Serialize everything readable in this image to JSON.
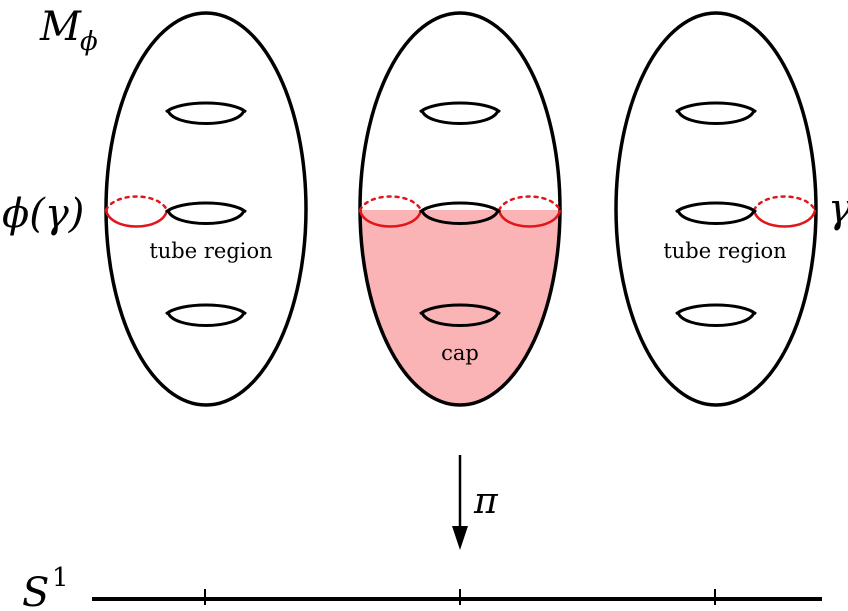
{
  "labels": {
    "total_space": "M",
    "total_space_sub": "ϕ",
    "left_curve": "ϕ(γ)",
    "right_curve": "γ",
    "left_region": "tube region",
    "middle_region": "cap",
    "right_region": "tube region",
    "projection": "π",
    "base": "S",
    "base_sup": "1"
  },
  "colors": {
    "cap_fill": "#fbb4b6",
    "curve": "#e0161b",
    "ink": "#000000"
  },
  "icons": [
    "down-arrow",
    "torus-hole"
  ]
}
